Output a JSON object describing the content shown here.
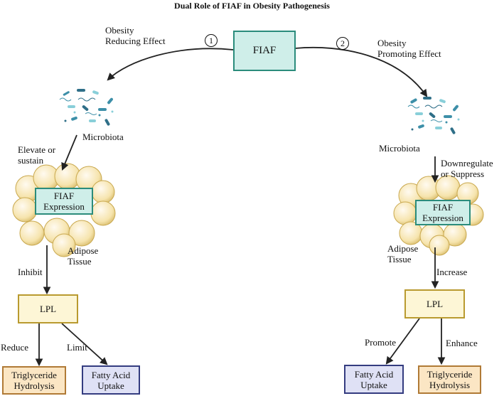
{
  "title": "Dual Role of FIAF in Obesity Pathogenesis",
  "top_node": "FIAF",
  "left": {
    "number": "1",
    "effect_line1": "Obesity",
    "effect_line2": "Reducing Effect",
    "microbiota": "Microbiota",
    "action_line1": "Elevate or",
    "action_line2": "sustain",
    "expression_line1": "FIAF",
    "expression_line2": "Expression",
    "tissue_line1": "Adipose",
    "tissue_line2": "Tissue",
    "inhibit": "Inhibit",
    "lpl": "LPL",
    "reduce": "Reduce",
    "limit": "Limit",
    "outcome1_line1": "Triglyceride",
    "outcome1_line2": "Hydrolysis",
    "outcome2_line1": "Fatty Acid",
    "outcome2_line2": "Uptake"
  },
  "right": {
    "number": "2",
    "effect_line1": "Obesity",
    "effect_line2": "Promoting Effect",
    "microbiota": "Microbiota",
    "action_line1": "Downregulate",
    "action_line2": "or Suppress",
    "expression_line1": "FIAF",
    "expression_line2": "Expression",
    "tissue_line1": "Adipose",
    "tissue_line2": "Tissue",
    "increase": "Increase",
    "lpl": "LPL",
    "promote": "Promote",
    "enhance": "Enhance",
    "outcome1_line1": "Fatty Acid",
    "outcome1_line2": "Uptake",
    "outcome2_line1": "Triglyceride",
    "outcome2_line2": "Hydrolysis"
  },
  "colors": {
    "fiaf_fill": "#cfeee9",
    "fiaf_border": "#2b8c7c",
    "lpl_fill": "#fdf6d6",
    "lpl_border": "#b99a2f",
    "triglyceride_fill": "#fbe6c4",
    "triglyceride_border": "#b07a36",
    "fatty_acid_fill": "#dfe1f5",
    "fatty_acid_border": "#343c80",
    "adipocyte": "#f5e2a8",
    "bacteria": "#3d8fa8"
  }
}
